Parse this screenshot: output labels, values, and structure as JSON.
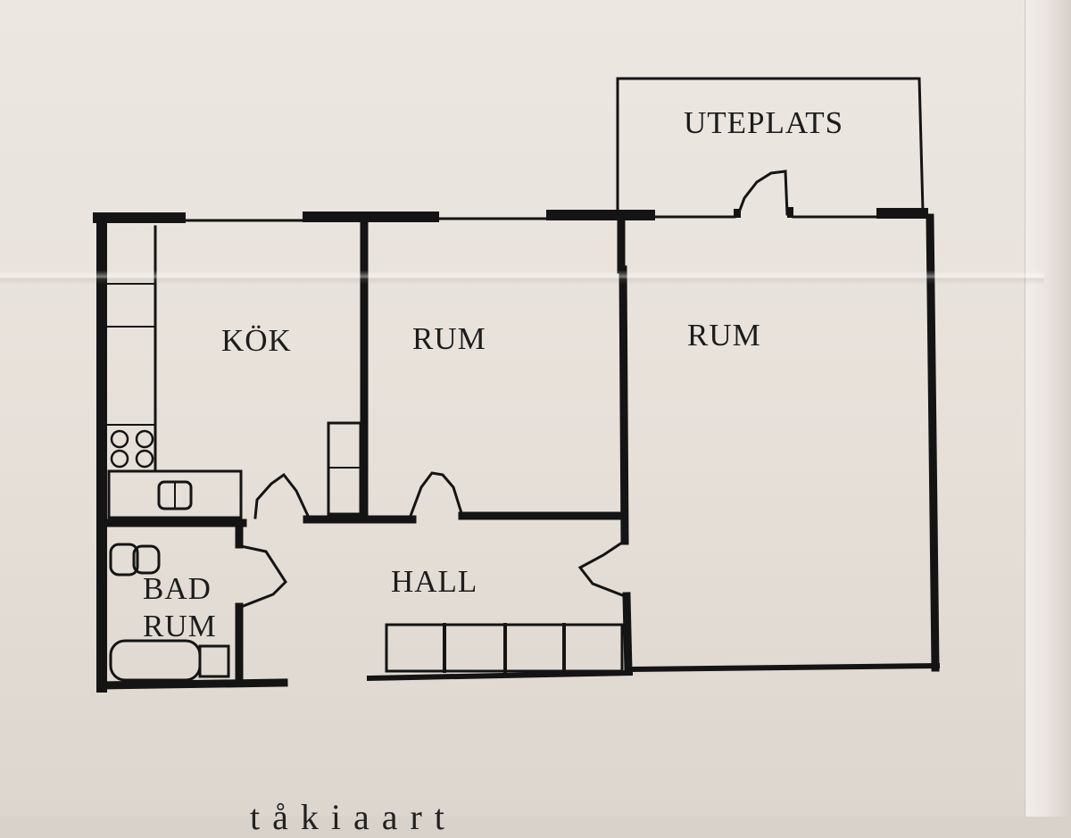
{
  "rooms": {
    "uteplats": "UTEPLATS",
    "kok": "KÖK",
    "rum_middle": "RUM",
    "rum_right": "RUM",
    "hall": "HALL",
    "bad": "BAD",
    "bad_rum": "RUM"
  },
  "footer_text": "t  å    k i    a  a r t",
  "colors": {
    "ink": "#141414",
    "paper": "#e8e2db"
  }
}
